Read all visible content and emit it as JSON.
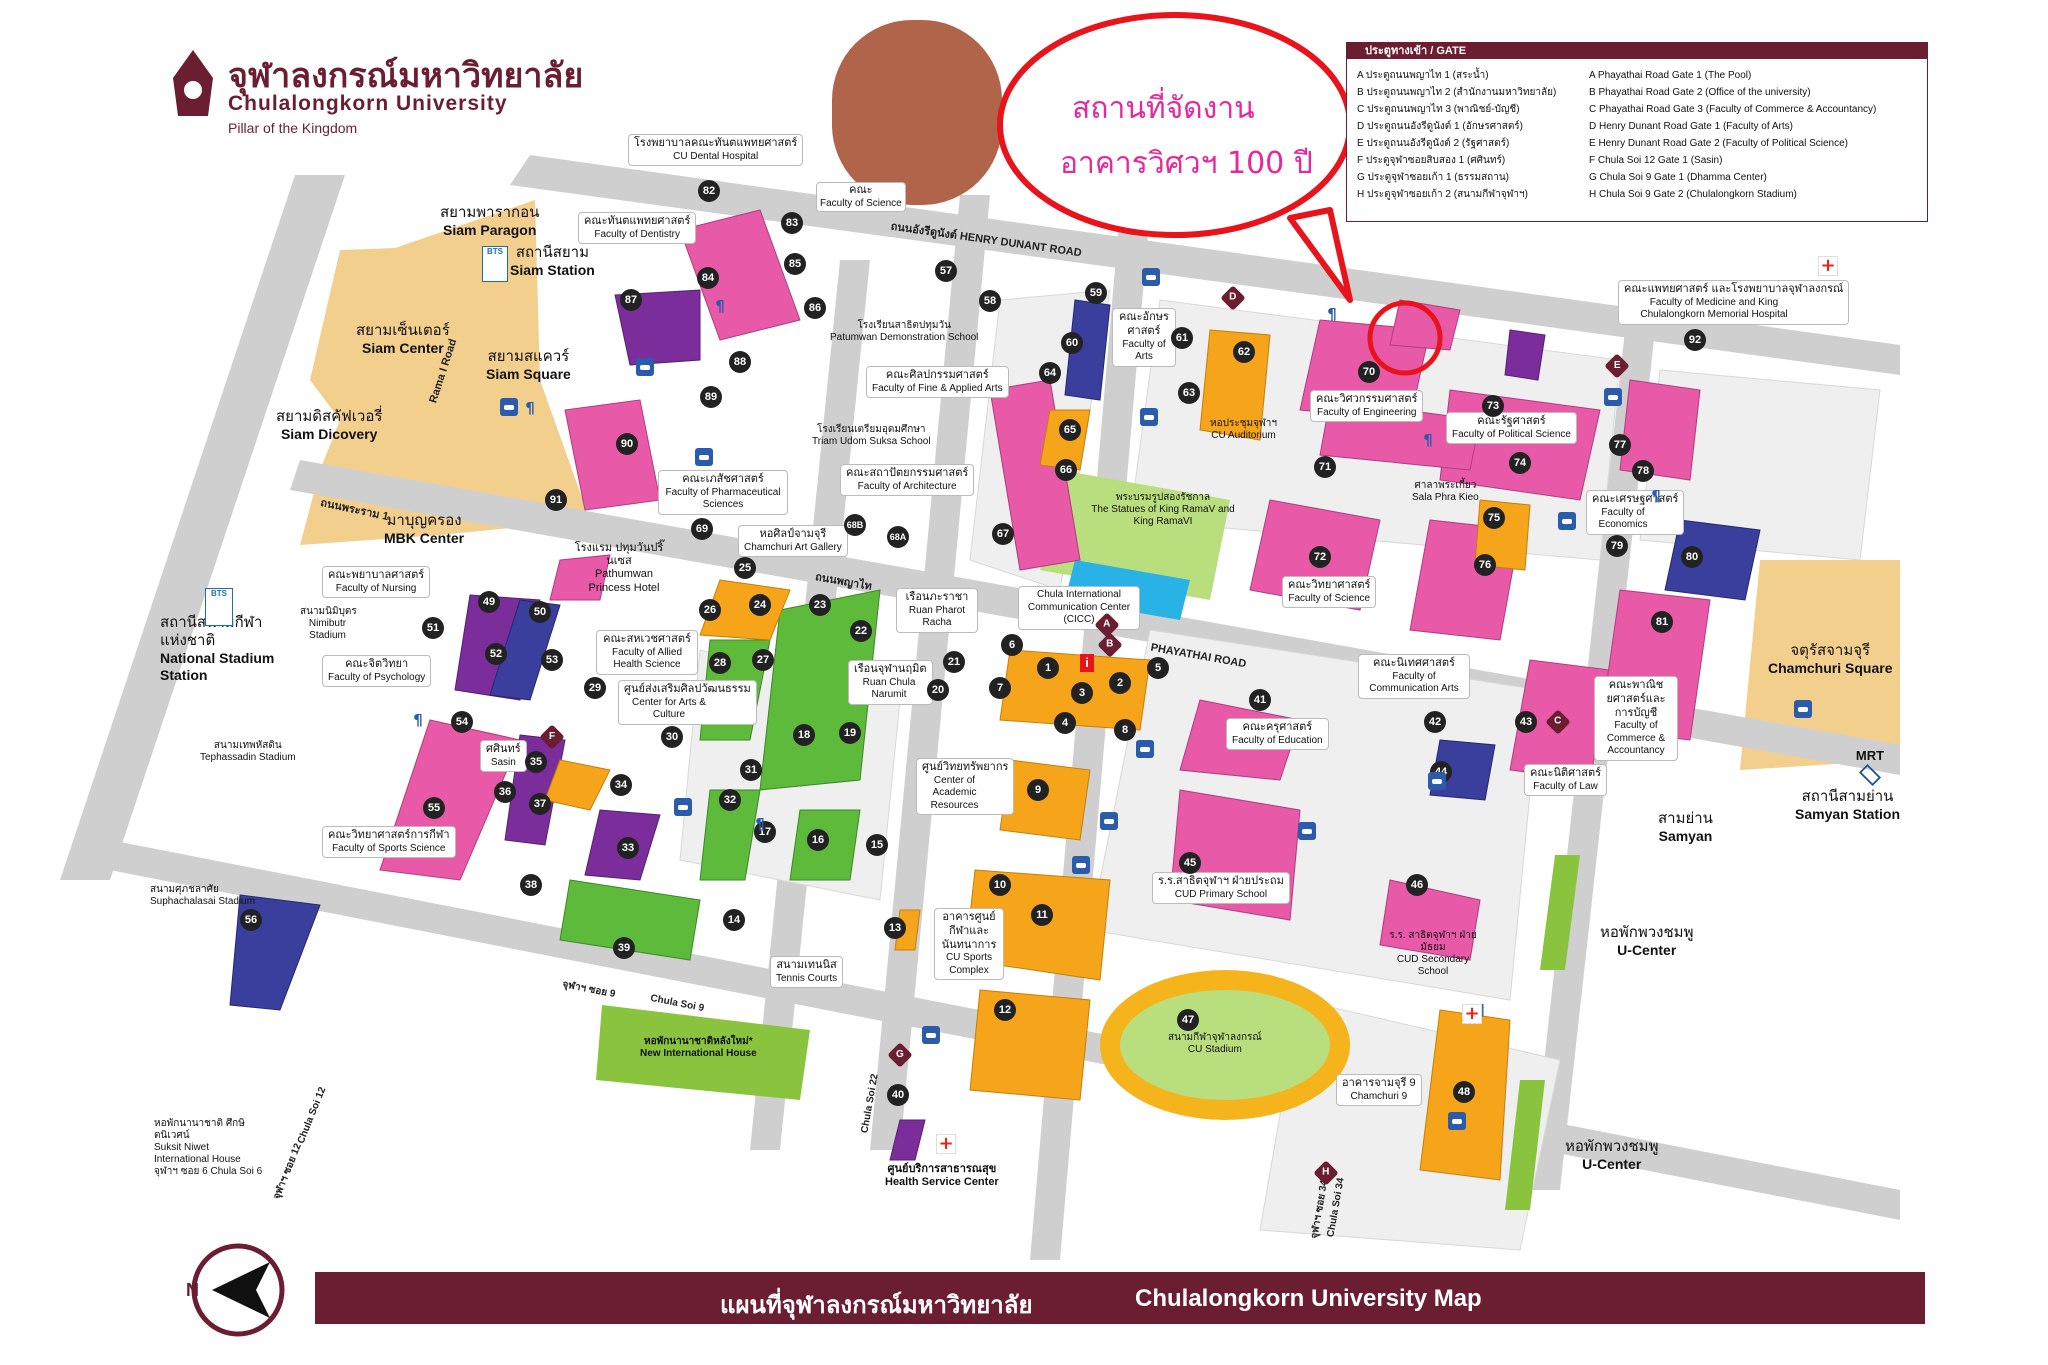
{
  "colors": {
    "brand": "#6b1d31",
    "bubble": "#e8131b",
    "bubble_text": "#e6289c",
    "road": "#cfcfcf",
    "block": "#ffffff",
    "commercial": "#f3cf8e",
    "pink": "#e85aa7",
    "purple": "#7b2d9c",
    "blue": "#3a3f9e",
    "green": "#5dba3b",
    "orange": "#f6a51b",
    "lawn": "#b8de7e"
  },
  "logo": {
    "title_th": "จุฬาลงกรณ์มหาวิทยาลัย",
    "title_en": "Chulalongkorn University",
    "subtitle": "Pillar of the Kingdom",
    "icon": "chula-crest-icon"
  },
  "callout": {
    "line1": "สถานที่จัดงาน",
    "line2": "อาคารวิศวฯ 100 ปี"
  },
  "legend": {
    "header": "ประตูทางเข้า / GATE",
    "th": [
      "A ประตูถนนพญาไท 1 (สระน้ำ)",
      "B ประตูถนนพญาไท 2 (สำนักงานมหาวิทยาลัย)",
      "C ประตูถนนพญาไท 3 (พาณิชย์-บัญชี)",
      "D ประตูถนนอังรีดูนังต์ 1 (อักษรศาสตร์)",
      "E ประตูถนนอังรีดูนังต์ 2 (รัฐศาสตร์)",
      "F ประตูจุฬาซอยสิบสอง 1 (ศศินทร์)",
      "G ประตูจุฬาซอยเก้า 1 (ธรรมสถาน)",
      "H ประตูจุฬาซอยเก้า 2 (สนามกีฬาจุฬาฯ)"
    ],
    "en": [
      "A Phayathai Road Gate 1 (The Pool)",
      "B Phayathai Road Gate 2 (Office of  the university)",
      "C Phayathai Road Gate 3 (Faculty of Commerce & Accountancy)",
      "D Henry Dunant Road Gate 1 (Faculty of Arts)",
      "E Henry Dunant Road Gate 2 (Faculty of Political Science)",
      "F Chula Soi 12 Gate 1 (Sasin)",
      "G Chula Soi 9 Gate 1 (Dhamma Center)",
      "H Chula Soi 9 Gate 2 (Chulalongkorn Stadium)"
    ]
  },
  "places": [
    {
      "th": "สยามพารากอน",
      "en": "Siam Paragon"
    },
    {
      "th": "สถานีสยาม",
      "en": "Siam Station"
    },
    {
      "th": "สยามเซ็นเตอร์",
      "en": "Siam Center"
    },
    {
      "th": "สยามสแควร์",
      "en": "Siam Square"
    },
    {
      "th": "สยามดิสคัฟเวอรี่",
      "en": "Siam Dicovery"
    },
    {
      "th": "มาบุญครอง",
      "en": "MBK Center"
    },
    {
      "th": "สถานีสนามกีฬาแห่งชาติ",
      "en": "National Stadium Station"
    },
    {
      "th": "จตุรัสจามจุรี",
      "en": "Chamchuri Square"
    },
    {
      "th": "สามย่าน",
      "en": "Samyan"
    },
    {
      "th": "สถานีสามย่าน",
      "en": "Samyan Station"
    },
    {
      "th": "หอพักพวงชมพู",
      "en": "U-Center"
    },
    {
      "th": "หอพักพวงชมพู",
      "en": "U-Center"
    }
  ],
  "boxes": [
    {
      "th": "โรงพยาบาลคณะทันตแพทยศาสตร์",
      "en": "CU  Dental Hospital"
    },
    {
      "th": "คณะทันตแพทยศาสตร์",
      "en": "Faculty of Dentistry"
    },
    {
      "th": "คณะเภสัชศาสตร์",
      "en": "Faculty of Pharmaceutical Sciences"
    },
    {
      "th": "หอศิลป์จามจุรี",
      "en": "Chamchuri Art Gallery"
    },
    {
      "th": "คณะพยาบาลศาสตร์",
      "en": "Faculty of Nursing"
    },
    {
      "th": "คณะจิตวิทยา",
      "en": "Faculty of Psychology"
    },
    {
      "th": "คณะสหเวชศาสตร์",
      "en": "Faculty of Allied Health Science"
    },
    {
      "th": "ศูนย์ส่งเสริมศิลปวัฒนธรรม",
      "en": "Center for Arts & Culture"
    },
    {
      "th": "เรือนภะราชา",
      "en": "Ruan Pharot Racha"
    },
    {
      "th": "เรือนจุฬานฤมิต",
      "en": "Ruan Chula Narumit"
    },
    {
      "th": "Chula International",
      "en": "Communication Center (CICC)"
    },
    {
      "th": "ศูนย์วิทยทรัพยากร",
      "en": "Center of Academic Resources"
    },
    {
      "th": "คณะวิทยาศาสตร์การกีฬา",
      "en": "Faculty of Sports Science"
    },
    {
      "th": "ศศินทร์",
      "en": "Sasin"
    },
    {
      "th": "อาคารศูนย์กีฬาและนันทนาการ",
      "en": "CU Sports Complex"
    },
    {
      "th": "สนามเทนนิส",
      "en": "Tennis Courts"
    },
    {
      "th": "หอพักนานาชาติหลังใหม่*",
      "en": "New International House"
    },
    {
      "th": "ศูนย์บริการสาธารณสุข",
      "en": "Health Service Center"
    },
    {
      "th": "คณะศิลปกรรมศาสตร์",
      "en": "Faculty of Fine & Applied Arts"
    },
    {
      "th": "คณะสถาปัตยกรรมศาสตร์",
      "en": "Faculty of Architecture"
    },
    {
      "th": "โรงเรียนสาธิตปทุมวัน",
      "en": "Patumwan Demonstration School"
    },
    {
      "th": "โรงเรียนเตรียมอุดมศึกษา",
      "en": "Triam Udom Suksa School"
    },
    {
      "th": "คณะอักษรศาสตร์",
      "en": "Faculty of Arts"
    },
    {
      "th": "หอประชุมจุฬาฯ",
      "en": "CU Auditorium"
    },
    {
      "th": "พระบรมรูปสองรัชกาล",
      "en": "The Statues of King RamaV and King RamaVI"
    },
    {
      "th": "คณะวิศวกรรมศาสตร์",
      "en": "Faculty of Engineering"
    },
    {
      "th": "คณะรัฐศาสตร์",
      "en": "Faculty of Political Science"
    },
    {
      "th": "ศาลาพระเกี้ยว",
      "en": "Sala Phra Kieo"
    },
    {
      "th": "คณะวิทยาศาสตร์",
      "en": "Faculty of Science"
    },
    {
      "th": "คณะนิเทศศาสตร์",
      "en": "Faculty of Communication Arts"
    },
    {
      "th": "คณะเศรษฐศาสตร์",
      "en": "Faculty of Economics"
    },
    {
      "th": "คณะพาณิชยศาสตร์และการบัญชี",
      "en": "Faculty of Commerce & Accountancy"
    },
    {
      "th": "คณะนิติศาสตร์",
      "en": "Faculty of Law"
    },
    {
      "th": "คณะครุศาสตร์",
      "en": "Faculty of Education"
    },
    {
      "th": "ร.ร.สาธิตจุฬาฯ ฝ่ายประถม",
      "en": "CUD Primary School"
    },
    {
      "th": "ร.ร. สาธิตจุฬาฯ ฝ่ายมัธยม",
      "en": "CUD Secondary School"
    },
    {
      "th": "สนามกีฬาจุฬาลงกรณ์",
      "en": "CU Stadium"
    },
    {
      "th": "อาคารจามจุรี 9",
      "en": "Chamchuri 9"
    },
    {
      "th": "คณะแพทยศาสตร์ และโรงพยาบาลจุฬาลงกรณ์",
      "en": "Faculty of Medicine and King Chulalongkorn Memorial Hospital"
    },
    {
      "th": "คณะ",
      "en": "Faculty of Science"
    }
  ],
  "standalone": [
    {
      "th": "โรงแรม ปทุมวันปริ๊นเซส",
      "en": "Pathumwan Princess Hotel"
    },
    {
      "th": "สนามนิมิบุตร",
      "en": "Nimibutr Stadium"
    },
    {
      "th": "สนามเทพหัสดิน",
      "en": "Tephassadin Stadium"
    },
    {
      "th": "สนามศุภชลาศัย",
      "en": "Suphachalasai Stadium"
    },
    {
      "th": "หอพักนานาชาติ ศึกษิตนิเวศน์",
      "en": "Suksit Niwet International House จุฬาฯ ซอย 6 Chula Soi 6"
    }
  ],
  "roads": [
    "ถนนอังรีดูนังต์  HENRY DUNANT ROAD",
    "PHAYATHAI ROAD",
    "ถนนพญาไท",
    "Rama I Road",
    "ถนนพระราม 1",
    "จุฬาฯ ซอย 12",
    "Chula Soi 12",
    "จุฬาฯ ซอย 9",
    "Chula Soi 9",
    "Chula Soi 22",
    "จุฬาฯ ซอย 34",
    "Chula Soi 34"
  ],
  "numbers": [
    "1",
    "2",
    "3",
    "4",
    "5",
    "6",
    "7",
    "8",
    "9",
    "10",
    "11",
    "12",
    "13",
    "14",
    "15",
    "16",
    "17",
    "18",
    "19",
    "20",
    "21",
    "22",
    "23",
    "24",
    "25",
    "26",
    "27",
    "28",
    "29",
    "30",
    "31",
    "32",
    "33",
    "34",
    "35",
    "36",
    "37",
    "38",
    "39",
    "40",
    "41",
    "42",
    "43",
    "44",
    "45",
    "46",
    "47",
    "48",
    "49",
    "50",
    "51",
    "52",
    "53",
    "54",
    "55",
    "56",
    "57",
    "58",
    "59",
    "60",
    "61",
    "62",
    "63",
    "64",
    "65",
    "66",
    "67",
    "68A",
    "68B",
    "69",
    "70",
    "71",
    "72",
    "73",
    "74",
    "75",
    "76",
    "77",
    "78",
    "79",
    "80",
    "81",
    "82",
    "83",
    "84",
    "85",
    "86",
    "87",
    "88",
    "89",
    "90",
    "91",
    "92"
  ],
  "gates": [
    "A",
    "B",
    "C",
    "D",
    "E",
    "F",
    "G",
    "H"
  ],
  "transit": {
    "bts": "BTS",
    "mrt": "MRT"
  },
  "compass": {
    "letter": "N"
  },
  "footer": {
    "th": "แผนที่จุฬาลงกรณ์มหาวิทยาลัย",
    "en": "Chulalongkorn University Map"
  }
}
